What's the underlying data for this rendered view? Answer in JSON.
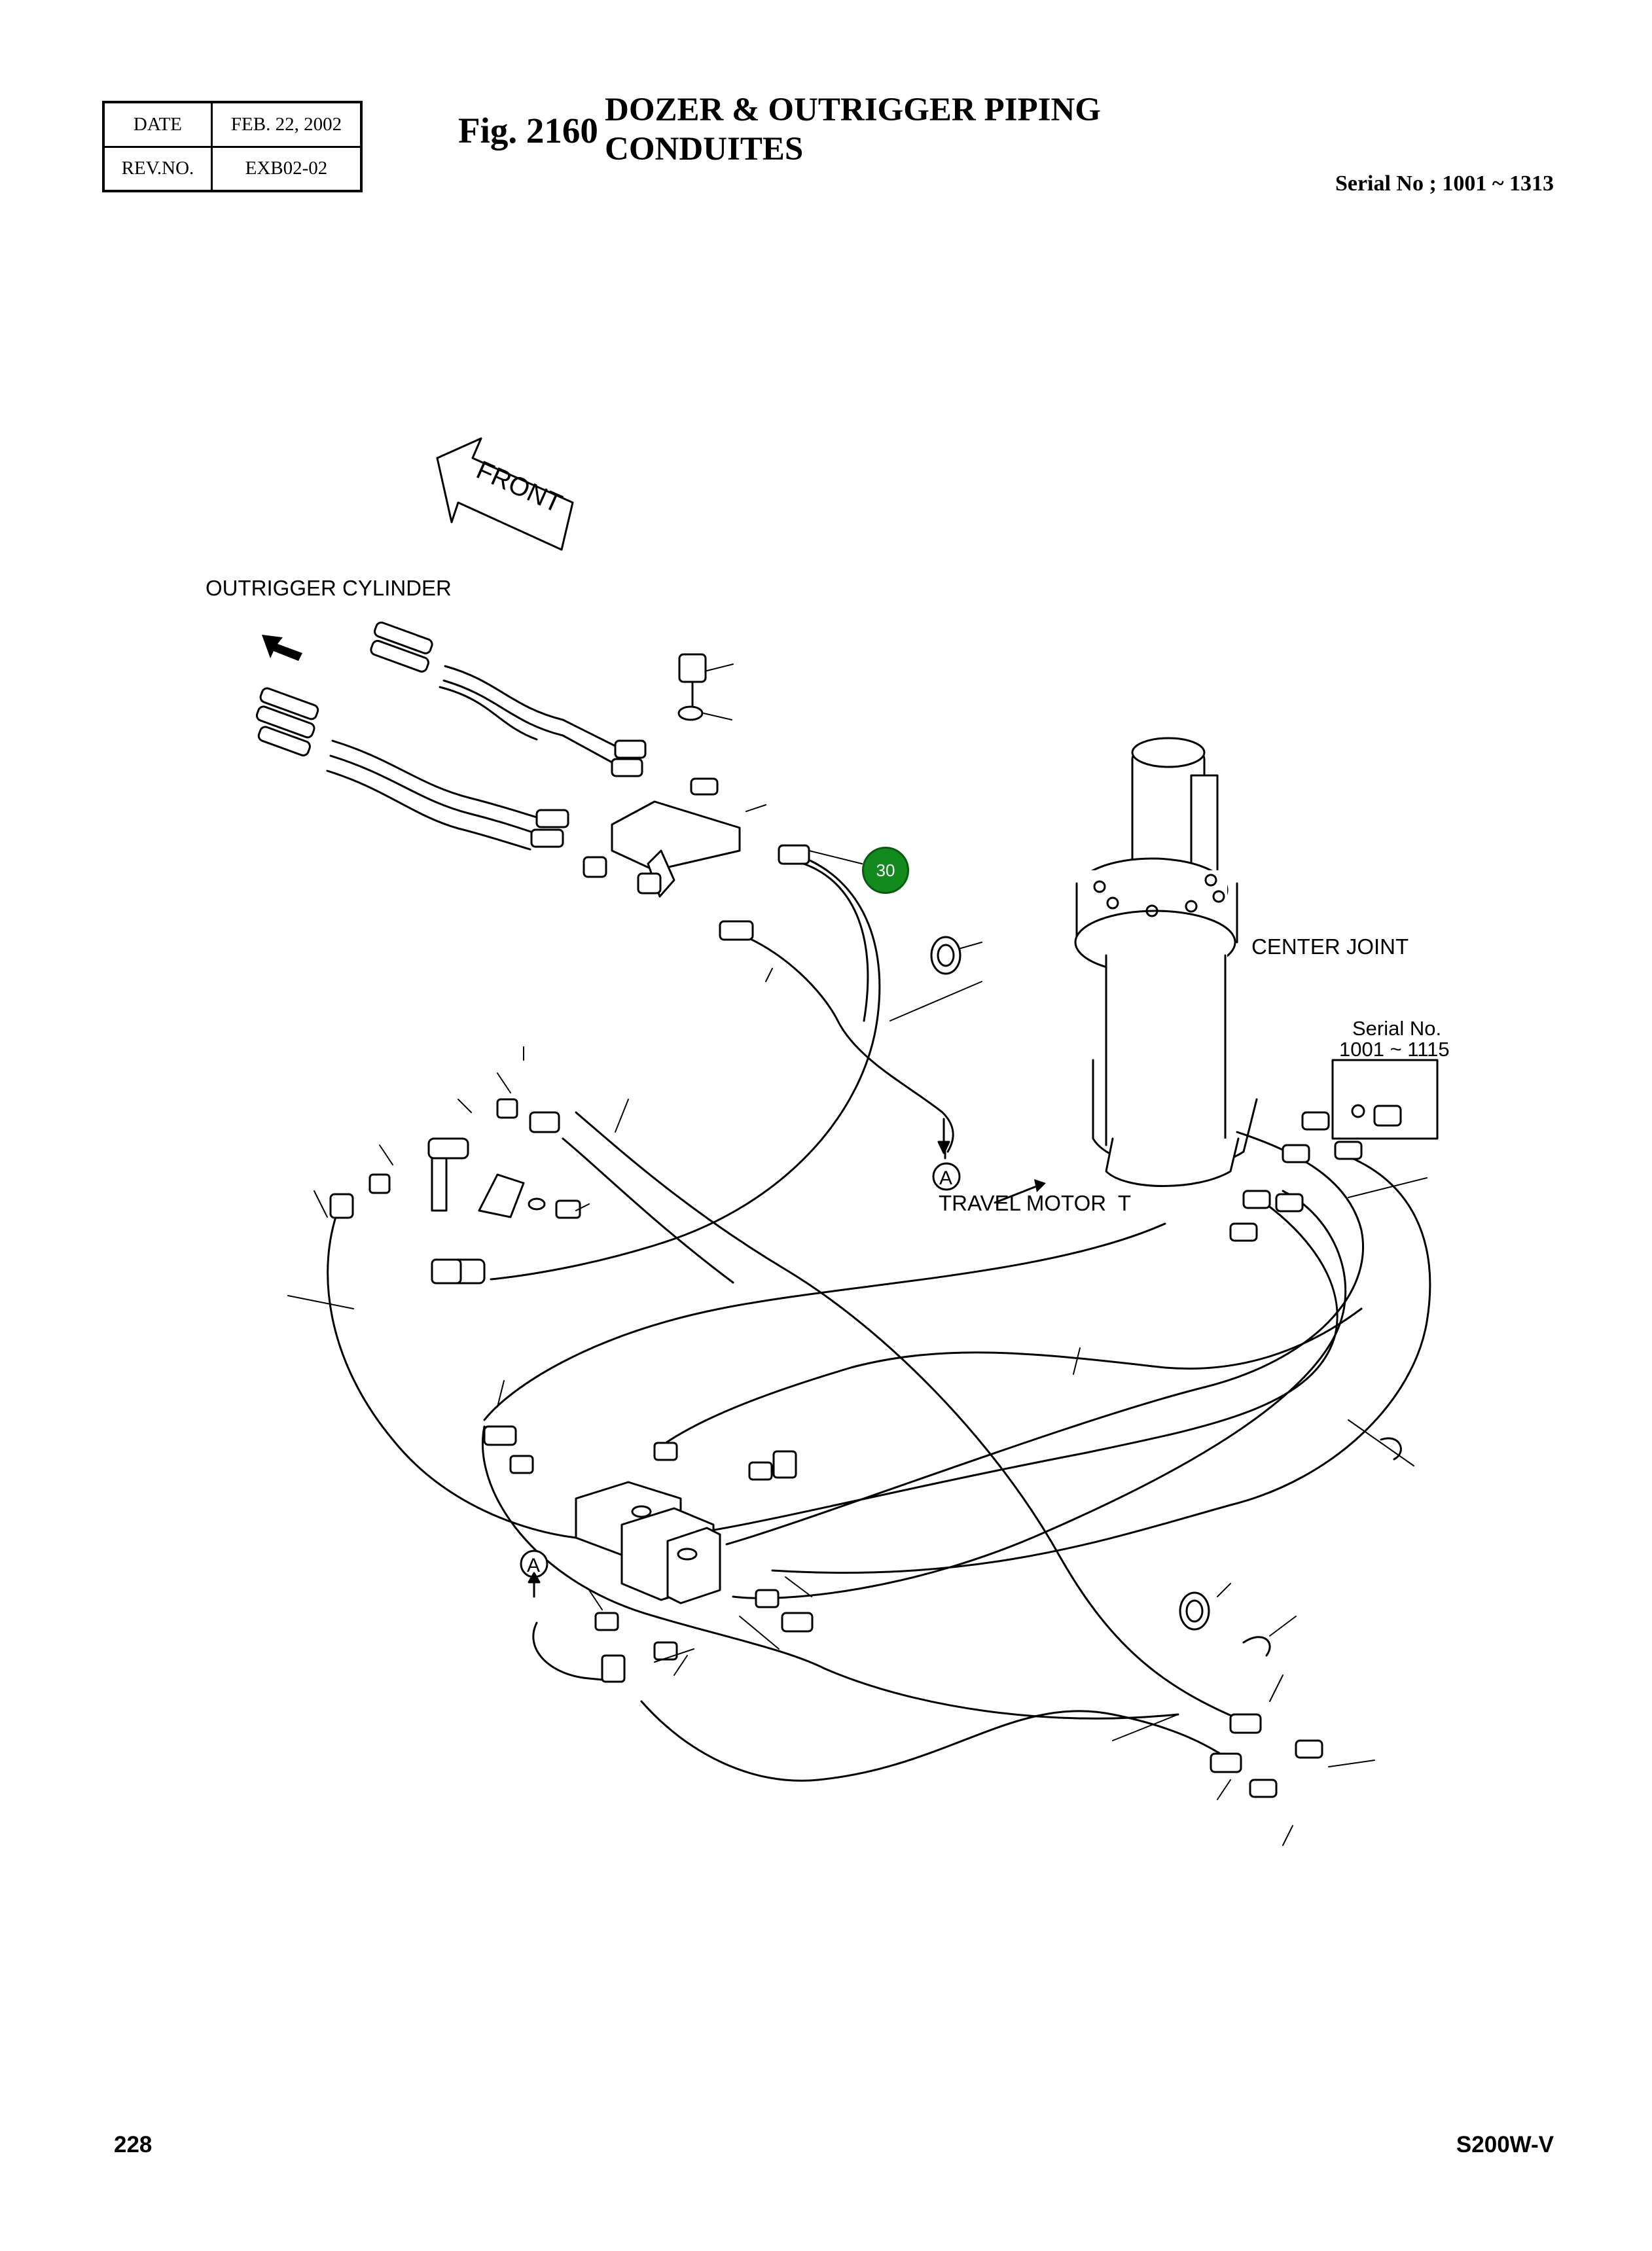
{
  "header": {
    "date_label": "DATE",
    "date_value": "FEB. 22, 2002",
    "rev_label": "REV.NO.",
    "rev_value": "EXB02-02",
    "fig_number": "Fig. 2160",
    "title_line1": "DOZER & OUTRIGGER PIPING",
    "title_line2": "CONDUITES",
    "serial": "Serial No ; 1001 ~ 1313"
  },
  "diagram": {
    "front_label": "FRONT",
    "outrigger_label": "OUTRIGGER CYLINDER",
    "center_joint_label": "CENTER JOINT",
    "inset_serial_line1": "Serial No.",
    "inset_serial_line2": "1001 ~ 1115",
    "travel_motor_label": "TRAVEL MOTOR  T",
    "connector_a_top": "A",
    "connector_a_bottom": "A",
    "callout_number": "30",
    "callout_color": "#138a1e"
  },
  "footer": {
    "page_number": "228",
    "model": "S200W-V"
  }
}
